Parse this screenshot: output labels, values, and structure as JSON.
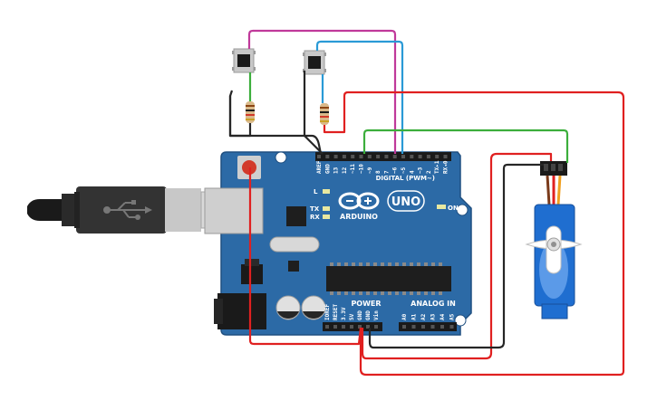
{
  "board": {
    "brand": "ARDUINO",
    "model": "UNO",
    "digital_header_label": "DIGITAL (PWM~)",
    "power_label": "POWER",
    "analog_label": "ANALOG IN",
    "on_label": "ON",
    "led_l": "L",
    "led_tx": "TX",
    "led_rx": "RX",
    "digital_pins": [
      "AREF",
      "GND",
      "13",
      "12",
      "~11",
      "~10",
      "~9",
      "8",
      "7",
      "~6",
      "~5",
      "4",
      "~3",
      "2",
      "TX▸1",
      "RX◂0"
    ],
    "power_pins": [
      "IOREF",
      "RESET",
      "3.3V",
      "5V",
      "GND",
      "GND",
      "Vin"
    ],
    "analog_pins": [
      "A0",
      "A1",
      "A2",
      "A3",
      "A4",
      "A5"
    ]
  },
  "colors": {
    "board": "#2c6aa6",
    "board_dark": "#1f4f80",
    "wire_red": "#e02020",
    "wire_black": "#262626",
    "wire_magenta": "#c0399a",
    "wire_blue": "#2a9ad6",
    "wire_green": "#3cae3c",
    "servo": "#1f6ed0"
  },
  "components": {
    "usb_icon": "usb-icon",
    "button_1": "pushbutton",
    "button_2": "pushbutton",
    "resistor_1": "resistor",
    "resistor_2": "resistor",
    "servo": "servo-motor"
  }
}
